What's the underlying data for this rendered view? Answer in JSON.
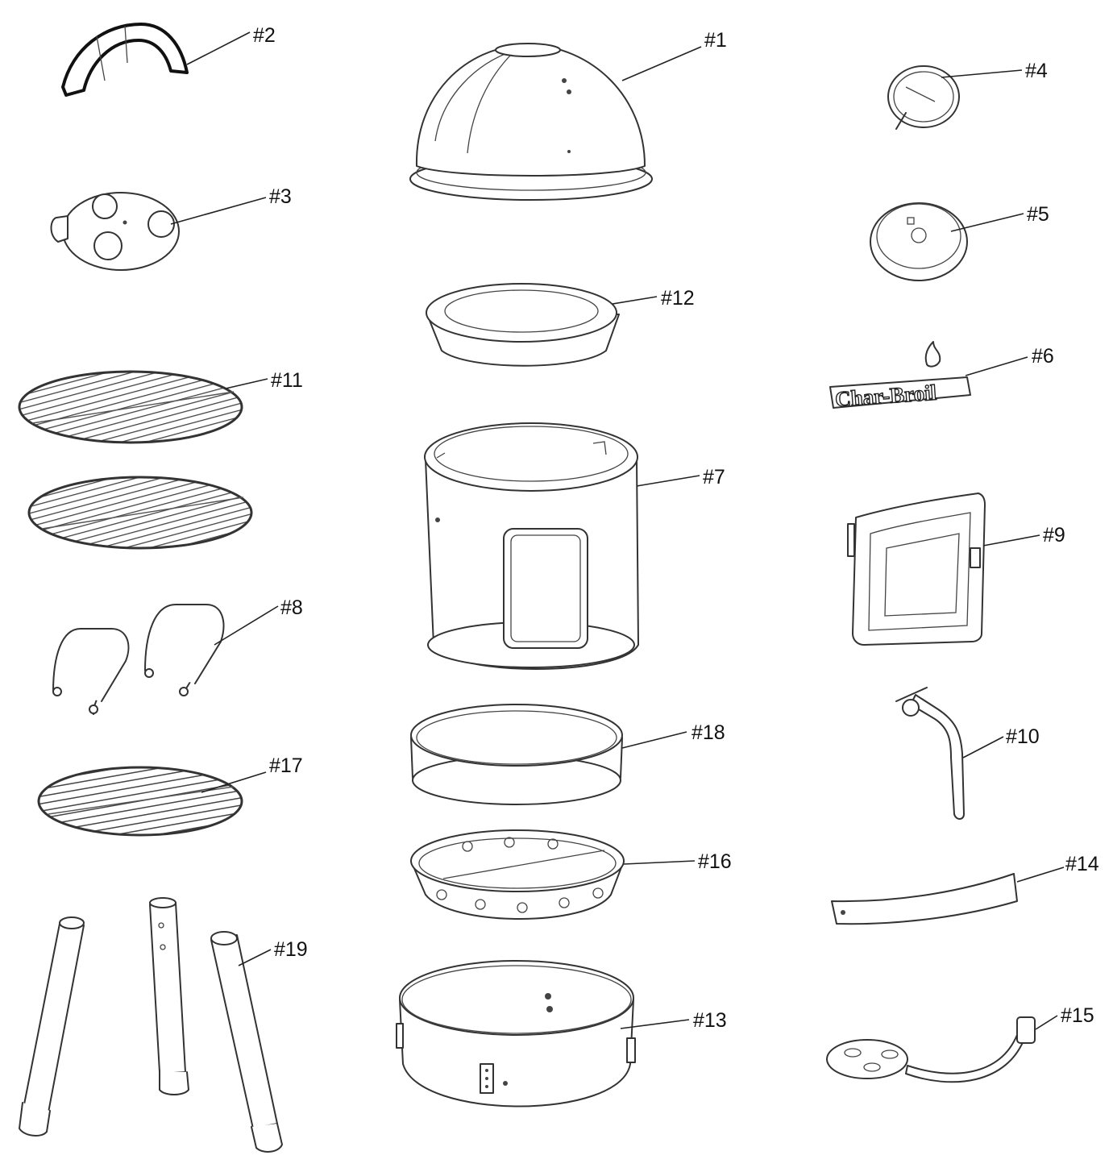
{
  "diagram": {
    "parts": [
      {
        "id": "1",
        "label": "#1"
      },
      {
        "id": "2",
        "label": "#2"
      },
      {
        "id": "3",
        "label": "#3"
      },
      {
        "id": "4",
        "label": "#4"
      },
      {
        "id": "5",
        "label": "#5"
      },
      {
        "id": "6",
        "label": "#6"
      },
      {
        "id": "7",
        "label": "#7"
      },
      {
        "id": "8",
        "label": "#8"
      },
      {
        "id": "9",
        "label": "#9"
      },
      {
        "id": "10",
        "label": "#10"
      },
      {
        "id": "11",
        "label": "#11"
      },
      {
        "id": "12",
        "label": "#12"
      },
      {
        "id": "13",
        "label": "#13"
      },
      {
        "id": "14",
        "label": "#14"
      },
      {
        "id": "15",
        "label": "#15"
      },
      {
        "id": "16",
        "label": "#16"
      },
      {
        "id": "17",
        "label": "#17"
      },
      {
        "id": "18",
        "label": "#18"
      },
      {
        "id": "19",
        "label": "#19"
      }
    ],
    "logo_text": "Char-Broil"
  }
}
